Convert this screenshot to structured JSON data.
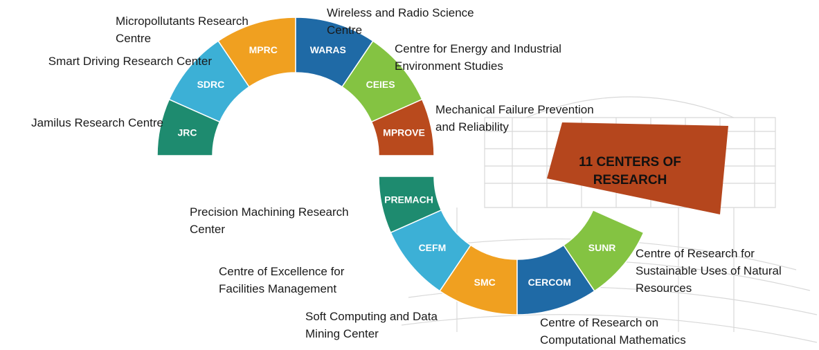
{
  "banner": {
    "line1": "11 CENTERS OF",
    "line2": "RESEARCH",
    "color": "#b5461d"
  },
  "colors": {
    "green": "#1e8b6f",
    "blue": "#3cb0d6",
    "orange": "#f0a020",
    "darkblue": "#1f6aa6",
    "lime": "#84c342",
    "rust": "#b94a1d"
  },
  "segments": [
    {
      "abbr": "JRC",
      "color": "#1e8b6f",
      "name": [
        "Jamilus Research Centre"
      ]
    },
    {
      "abbr": "SDRC",
      "color": "#3cb0d6",
      "name": [
        "Smart Driving Research Center"
      ]
    },
    {
      "abbr": "MPRC",
      "color": "#f0a020",
      "name": [
        "Micropollutants Research",
        "Centre"
      ]
    },
    {
      "abbr": "WARAS",
      "color": "#1f6aa6",
      "name": [
        "Wireless and Radio Science",
        "Centre"
      ]
    },
    {
      "abbr": "CEIES",
      "color": "#84c342",
      "name": [
        "Centre for Energy and Industrial",
        "Environment Studies"
      ]
    },
    {
      "abbr": "MPROVE",
      "color": "#b94a1d",
      "name": [
        "Mechanical Failure Prevention",
        "and Reliability"
      ]
    },
    {
      "abbr": "PREMACH",
      "color": "#1e8b6f",
      "name": [
        "Precision Machining Research",
        "Center"
      ]
    },
    {
      "abbr": "CEFM",
      "color": "#3cb0d6",
      "name": [
        "Centre of Excellence for",
        "Facilities Management"
      ]
    },
    {
      "abbr": "SMC",
      "color": "#f0a020",
      "name": [
        "Soft Computing and Data",
        "Mining Center"
      ]
    },
    {
      "abbr": "CERCOM",
      "color": "#1f6aa6",
      "name": [
        "Centre of Research on",
        "Computational Mathematics"
      ]
    },
    {
      "abbr": "SUNR",
      "color": "#84c342",
      "name": [
        "Centre of Research for",
        "Sustainable Uses of Natural",
        "Resources"
      ]
    }
  ]
}
